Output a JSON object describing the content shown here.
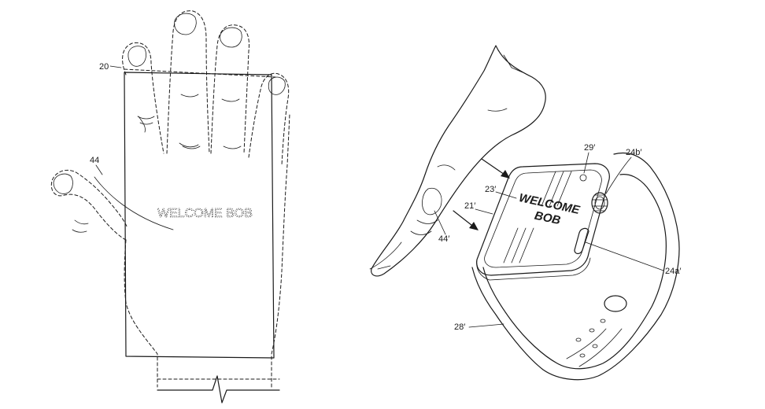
{
  "figure_left": {
    "label_hand": "20",
    "label_projection": "44",
    "projected_text": "WELCOME BOB"
  },
  "figure_right": {
    "label_crown": "24b′",
    "label_sensor": "29′",
    "label_display": "23′",
    "label_housing": "21′",
    "label_finger": "44′",
    "label_button": "24a′",
    "label_band": "28′",
    "screen_line1": "WELCOME",
    "screen_line2": "BOB"
  }
}
